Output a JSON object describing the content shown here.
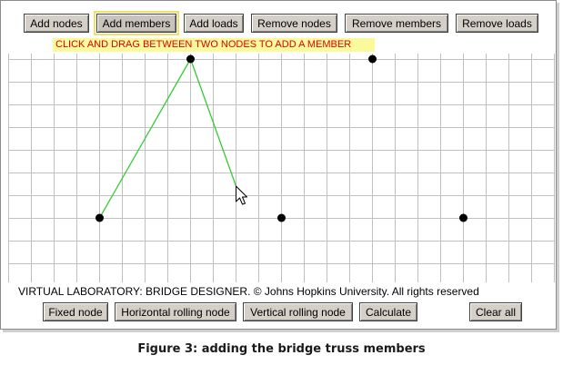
{
  "toolbar": {
    "add_nodes": "Add nodes",
    "add_members": "Add members",
    "add_loads": "Add loads",
    "remove_nodes": "Remove nodes",
    "remove_members": "Remove members",
    "remove_loads": "Remove loads",
    "active": "add_members"
  },
  "instruction": "CLICK AND DRAG BETWEEN TWO NODES TO ADD A MEMBER",
  "truss": {
    "grid_columns": 24,
    "grid_rows": 10,
    "nodes": [
      {
        "col": 8,
        "row": 0
      },
      {
        "col": 16,
        "row": 0
      },
      {
        "col": 4,
        "row": 7
      },
      {
        "col": 12,
        "row": 7
      },
      {
        "col": 20,
        "row": 7
      }
    ],
    "members": [
      {
        "from": [
          4,
          7
        ],
        "to": [
          8,
          0
        ]
      }
    ],
    "drag_line": {
      "from": [
        8,
        0
      ],
      "to": [
        10,
        5.6
      ]
    },
    "member_color": "#33cc33",
    "node_color": "#000000"
  },
  "copyright": "VIRTUAL LABORATORY: BRIDGE DESIGNER. © Johns Hopkins University. All rights reserved",
  "bottom_bar": {
    "fixed_node": "Fixed node",
    "horizontal_rolling_node": "Horizontal rolling node",
    "vertical_rolling_node": "Vertical rolling node",
    "calculate": "Calculate",
    "clear_all": "Clear all"
  },
  "caption": "Figure 3: adding the bridge truss members",
  "icons": {
    "cursor": "mouse-pointer-icon"
  }
}
